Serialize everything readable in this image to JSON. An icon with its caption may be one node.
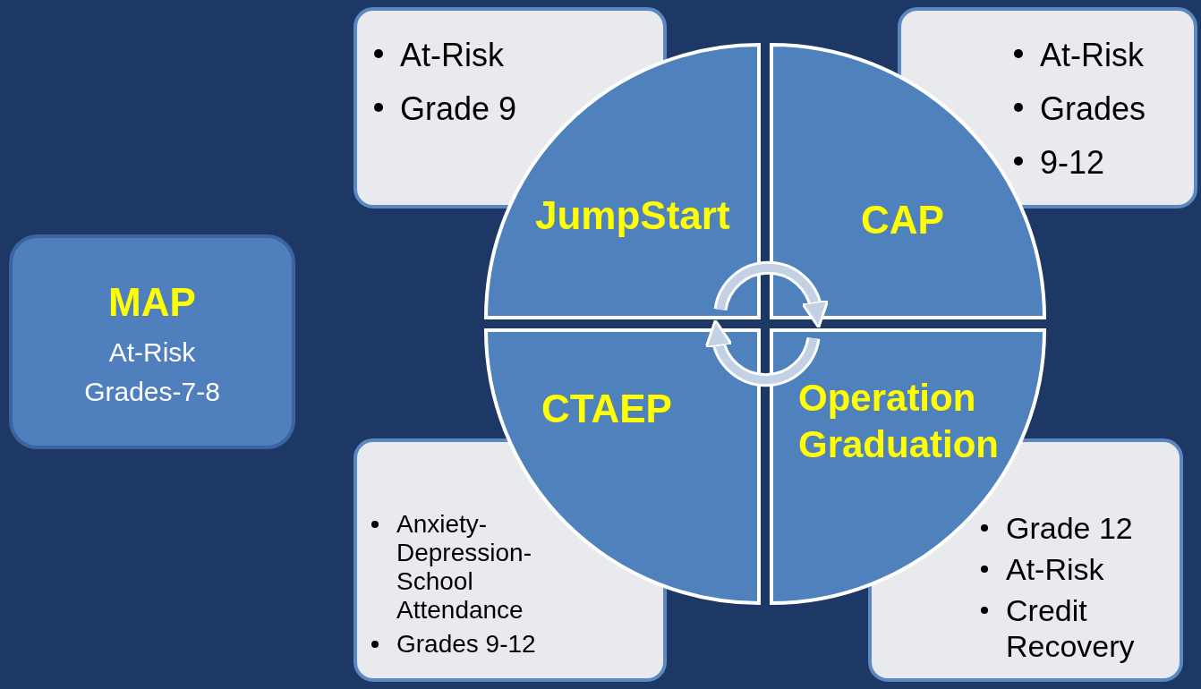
{
  "diagram": {
    "nodes": [
      {
        "text": [
          "MAP",
          "At-Risk",
          "Grades-7-8"
        ]
      },
      {
        "text": [
          "At-Risk",
          "Grade 9"
        ]
      },
      {
        "text": [
          "JumpStart"
        ]
      },
      {
        "text": [
          "At-Risk",
          "Grades",
          "9-12"
        ]
      },
      {
        "text": [
          "CAP"
        ]
      },
      {
        "text": [
          "CTAEP"
        ]
      },
      {
        "text": [
          "Anxiety-Depression-School Attendance",
          "Grades 9-12"
        ]
      },
      {
        "text": [
          "Operation Graduation"
        ]
      },
      {
        "text": [
          "Grade 12",
          "At-Risk",
          "Credit Recovery"
        ]
      }
    ],
    "edges": [
      {
        "from": 2,
        "to": 4,
        "arrow": "to"
      },
      {
        "from": 7,
        "to": 5,
        "arrow": "to"
      }
    ]
  }
}
